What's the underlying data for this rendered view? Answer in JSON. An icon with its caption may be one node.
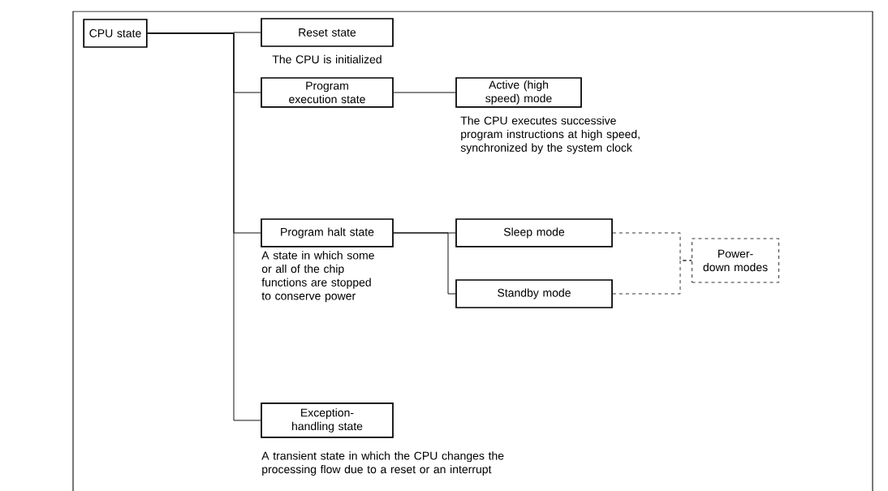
{
  "diagram": {
    "nodes": [
      {
        "text": [
          "CPU state"
        ]
      },
      {
        "text": [
          "Reset state"
        ],
        "beside": [
          "The CPU is initialized"
        ]
      },
      {
        "text": [
          "Program execution state"
        ]
      },
      {
        "text": [
          "Active (high speed) mode"
        ],
        "beside": [
          "The CPU executes successive program instructions at high speed, synchronized by the system clock"
        ]
      },
      {
        "text": [
          "Program halt state"
        ],
        "beside": [
          "A state in which some or all of the chip functions are stopped to conserve power"
        ]
      },
      {
        "text": [
          "Sleep mode"
        ]
      },
      {
        "text": [
          "Standby mode"
        ]
      },
      {
        "text": [
          "Power-down modes"
        ]
      },
      {
        "text": [
          "Exception-handling state"
        ],
        "beside": [
          "A transient state in which the CPU changes the processing flow due to a reset or an interrupt"
        ]
      }
    ],
    "edges": [
      {
        "from": 0,
        "to": 1,
        "arrow": "none"
      },
      {
        "from": 0,
        "to": 2,
        "arrow": "none"
      },
      {
        "from": 0,
        "to": 4,
        "arrow": "none"
      },
      {
        "from": 0,
        "to": 8,
        "arrow": "none"
      },
      {
        "from": 2,
        "to": 3,
        "arrow": "none"
      },
      {
        "from": 4,
        "to": 5,
        "arrow": "none"
      },
      {
        "from": 4,
        "to": 6,
        "arrow": "none"
      },
      {
        "from": 5,
        "to": 7,
        "arrow": "none",
        "style": "dashed"
      },
      {
        "from": 6,
        "to": 7,
        "arrow": "none",
        "style": "dashed"
      }
    ]
  }
}
